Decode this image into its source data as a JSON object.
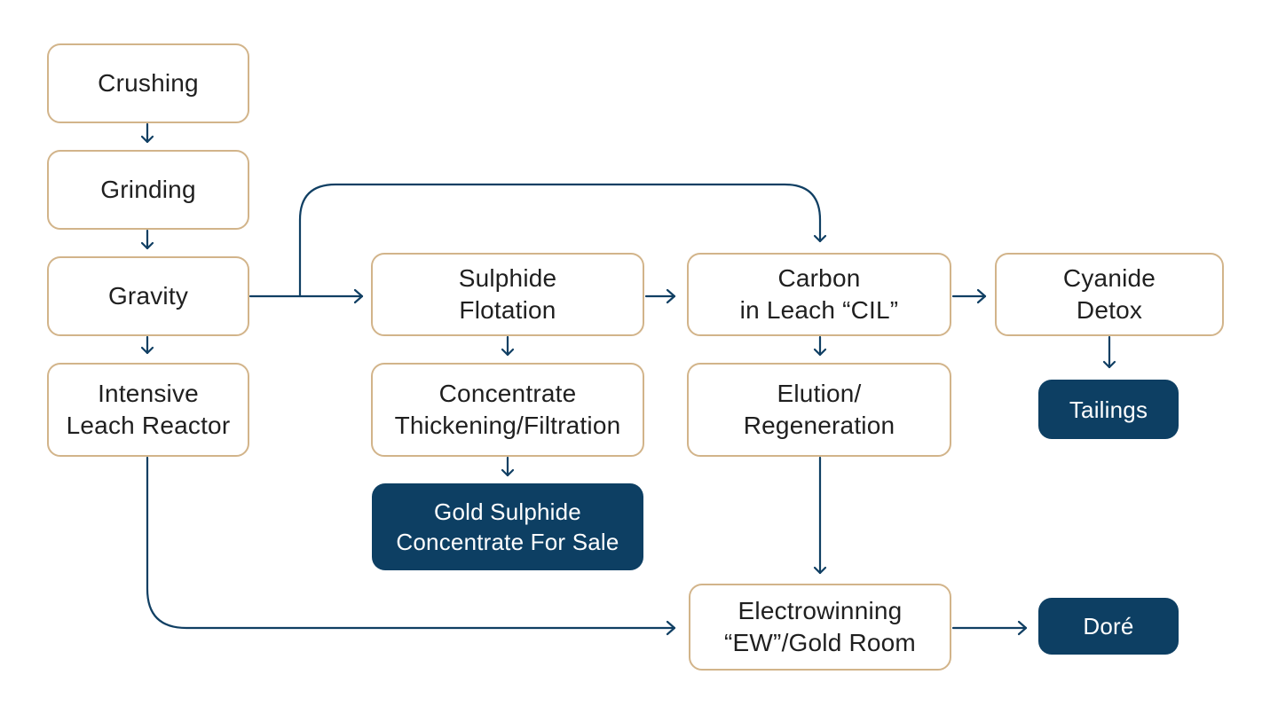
{
  "diagram": {
    "colors": {
      "step_border": "#d2b48a",
      "step_text": "#1f1f1f",
      "output_fill": "#0d3f63",
      "output_text": "#ffffff",
      "arrow": "#103f63"
    },
    "nodes": {
      "crushing": {
        "lines": [
          "Crushing"
        ]
      },
      "grinding": {
        "lines": [
          "Grinding"
        ]
      },
      "gravity": {
        "lines": [
          "Gravity"
        ]
      },
      "intensive_leach": {
        "lines": [
          "Intensive",
          "Leach Reactor"
        ]
      },
      "sulphide_flotation": {
        "lines": [
          "Sulphide",
          "Flotation"
        ]
      },
      "concentrate_thickening": {
        "lines": [
          "Concentrate",
          "Thickening/Filtration"
        ]
      },
      "gold_sulphide_concentrate": {
        "lines": [
          "Gold Sulphide",
          "Concentrate For Sale"
        ]
      },
      "carbon_in_leach": {
        "lines": [
          "Carbon",
          "in Leach “CIL”"
        ]
      },
      "elution": {
        "lines": [
          "Elution/",
          "Regeneration"
        ]
      },
      "electrowinning": {
        "lines": [
          "Electrowinning",
          "“EW”/Gold Room"
        ]
      },
      "cyanide_detox": {
        "lines": [
          "Cyanide",
          "Detox"
        ]
      },
      "tailings": {
        "lines": [
          "Tailings"
        ]
      },
      "dore": {
        "lines": [
          "Doré"
        ]
      }
    },
    "flows": [
      {
        "from": "crushing",
        "to": "grinding"
      },
      {
        "from": "grinding",
        "to": "gravity"
      },
      {
        "from": "gravity",
        "to": "intensive_leach"
      },
      {
        "from": "gravity",
        "to": "sulphide_flotation"
      },
      {
        "from": "gravity",
        "to": "carbon_in_leach"
      },
      {
        "from": "sulphide_flotation",
        "to": "concentrate_thickening"
      },
      {
        "from": "concentrate_thickening",
        "to": "gold_sulphide_concentrate"
      },
      {
        "from": "sulphide_flotation",
        "to": "carbon_in_leach"
      },
      {
        "from": "carbon_in_leach",
        "to": "elution"
      },
      {
        "from": "carbon_in_leach",
        "to": "cyanide_detox"
      },
      {
        "from": "cyanide_detox",
        "to": "tailings"
      },
      {
        "from": "elution",
        "to": "electrowinning"
      },
      {
        "from": "intensive_leach",
        "to": "electrowinning"
      },
      {
        "from": "electrowinning",
        "to": "dore"
      }
    ]
  }
}
